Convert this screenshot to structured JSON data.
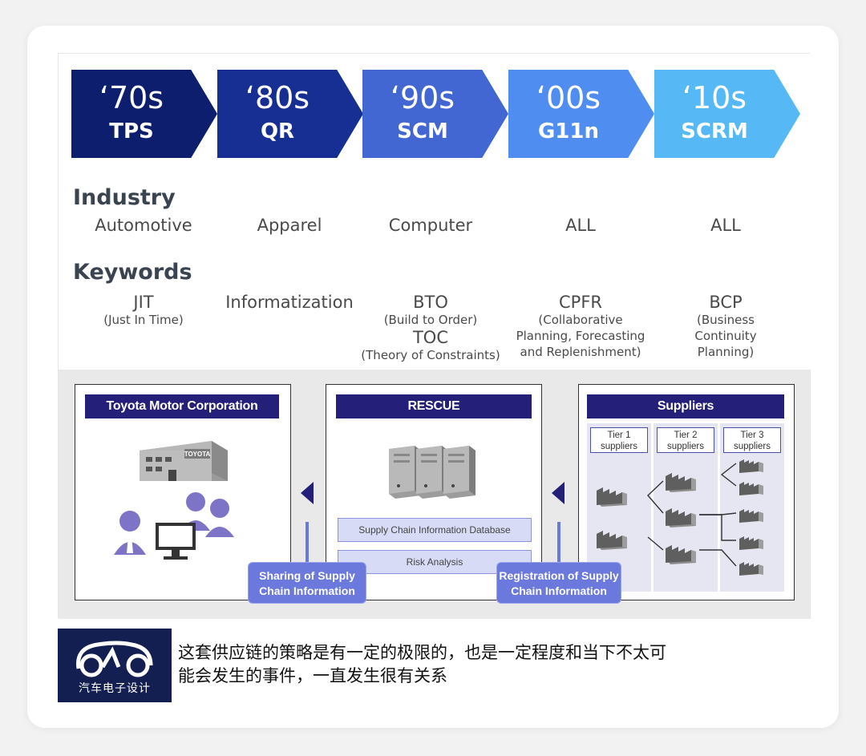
{
  "timeline": [
    {
      "era": "‘70s",
      "abbr": "TPS",
      "color": "#0d1e6e"
    },
    {
      "era": "‘80s",
      "abbr": "QR",
      "color": "#172f92"
    },
    {
      "era": "‘90s",
      "abbr": "SCM",
      "color": "#4267d2"
    },
    {
      "era": "‘00s",
      "abbr": "G11n",
      "color": "#4f8ef0"
    },
    {
      "era": "‘10s",
      "abbr": "SCRM",
      "color": "#56b8f4"
    }
  ],
  "industry": {
    "title": "Industry",
    "values": [
      "Automotive",
      "Apparel",
      "Computer",
      "ALL",
      "ALL"
    ]
  },
  "keywords": {
    "title": "Keywords",
    "col1": {
      "main": "JIT",
      "sub": "(Just In Time)"
    },
    "col2": {
      "main": "Informatization"
    },
    "col3": {
      "main1": "BTO",
      "sub1": "(Build to Order)",
      "main2": "TOC",
      "sub2": "(Theory of Constraints)"
    },
    "col4": {
      "main": "CPFR",
      "sub1": "(Collaborative",
      "sub2": "Planning, Forecasting",
      "sub3": "and Replenishment)"
    },
    "col5": {
      "main": "BCP",
      "sub1": "(Business",
      "sub2": "Continuity",
      "sub3": "Planning)"
    }
  },
  "diagram": {
    "toyota_header": "Toyota Motor Corporation",
    "building_sign": "TOYOTA",
    "rescue_header": "RESCUE",
    "db_label": "Supply Chain Information Database",
    "risk_label": "Risk Analysis",
    "suppliers_header": "Suppliers",
    "tiers": [
      {
        "line1": "Tier 1",
        "line2": "suppliers"
      },
      {
        "line1": "Tier 2",
        "line2": "suppliers"
      },
      {
        "line1": "Tier 3",
        "line2": "suppliers"
      }
    ],
    "sharing_line1": "Sharing of Supply",
    "sharing_line2": "Chain Information",
    "registration_line1": "Registration of Supply",
    "registration_line2": "Chain Information"
  },
  "caption": {
    "logo_text": "汽车电子设计",
    "line1": "这套供应链的策略是有一定的极限的，也是一定程度和当下不太可",
    "line2": "能会发生的事件，一直发生很有关系"
  }
}
